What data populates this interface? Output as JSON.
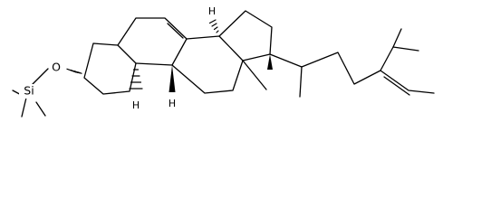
{
  "molecule": {
    "atoms": {
      "oxygen": "O",
      "silicon": "Si",
      "h_c9": "H",
      "h_c8": "H",
      "h_c14": "H"
    }
  }
}
